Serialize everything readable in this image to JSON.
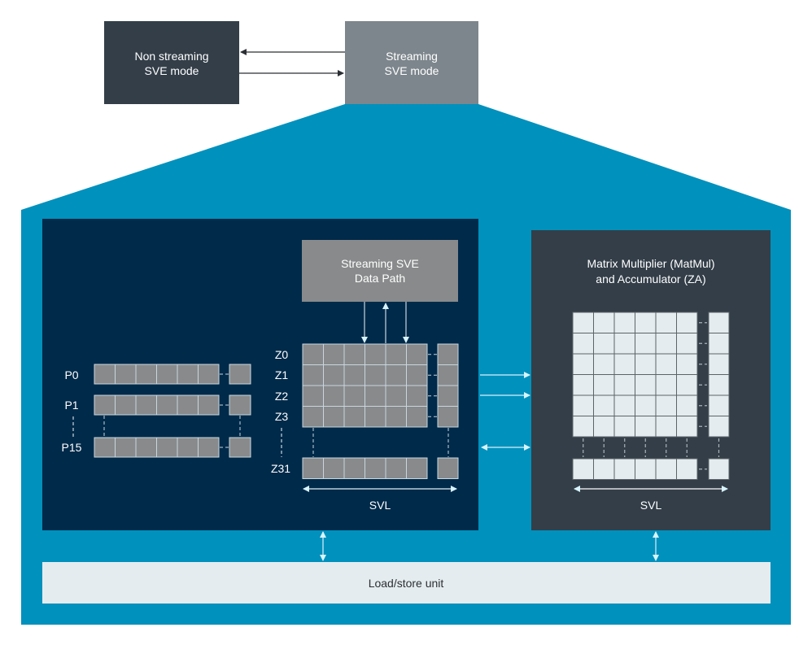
{
  "colors": {
    "background": "#ffffff",
    "non_streaming_box": "#333e48",
    "streaming_box": "#7d868c",
    "outer_blue": "#0091bd",
    "left_panel": "#002a4a",
    "right_panel": "#333e48",
    "register_cell": "#888a8b",
    "register_border": "#c9d6df",
    "za_cell": "#e5ecef",
    "za_border": "#5c6468",
    "arrow_light": "#c8f0ff",
    "load_store": "#e5ecef",
    "text_light": "#ffffff",
    "text_dark": "#2b2f33"
  },
  "modes": {
    "non_streaming": {
      "line1": "Non streaming",
      "line2": "SVE mode"
    },
    "streaming": {
      "line1": "Streaming",
      "line2": "SVE mode"
    }
  },
  "data_path": {
    "line1": "Streaming SVE",
    "line2": "Data Path"
  },
  "predicate_registers": {
    "labels": [
      "P0",
      "P1",
      "P15"
    ],
    "cells_per_row": 6
  },
  "vector_registers": {
    "labels": [
      "Z0",
      "Z1",
      "Z2",
      "Z3",
      "Z31"
    ],
    "cells_per_row": 6,
    "svl_label": "SVL"
  },
  "matmul": {
    "line1": "Matrix Multiplier (MatMul)",
    "line2": "and Accumulator (ZA)",
    "rows": 6,
    "cols": 6,
    "svl_label": "SVL"
  },
  "load_store": {
    "label": "Load/store unit"
  }
}
